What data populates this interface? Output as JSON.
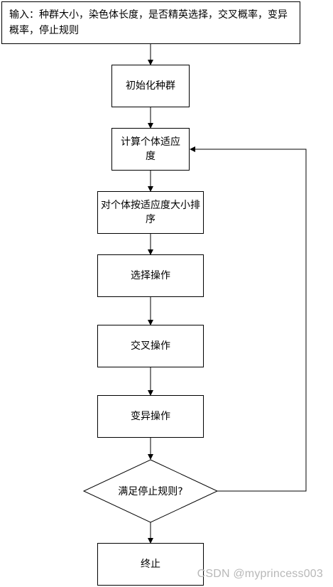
{
  "flowchart": {
    "input": "输入：种群大小，染色体长度，是否精英选择，交叉概率，变异概率，停止规则",
    "init": "初始化种群",
    "fitness": "计算个体适应度",
    "sort": "对个体按适应度大小排序",
    "select": "选择操作",
    "crossover": "交叉操作",
    "mutation": "变异操作",
    "decision": "满足停止规则?",
    "end": "终止"
  },
  "watermark": "CSDN @myprincess003"
}
